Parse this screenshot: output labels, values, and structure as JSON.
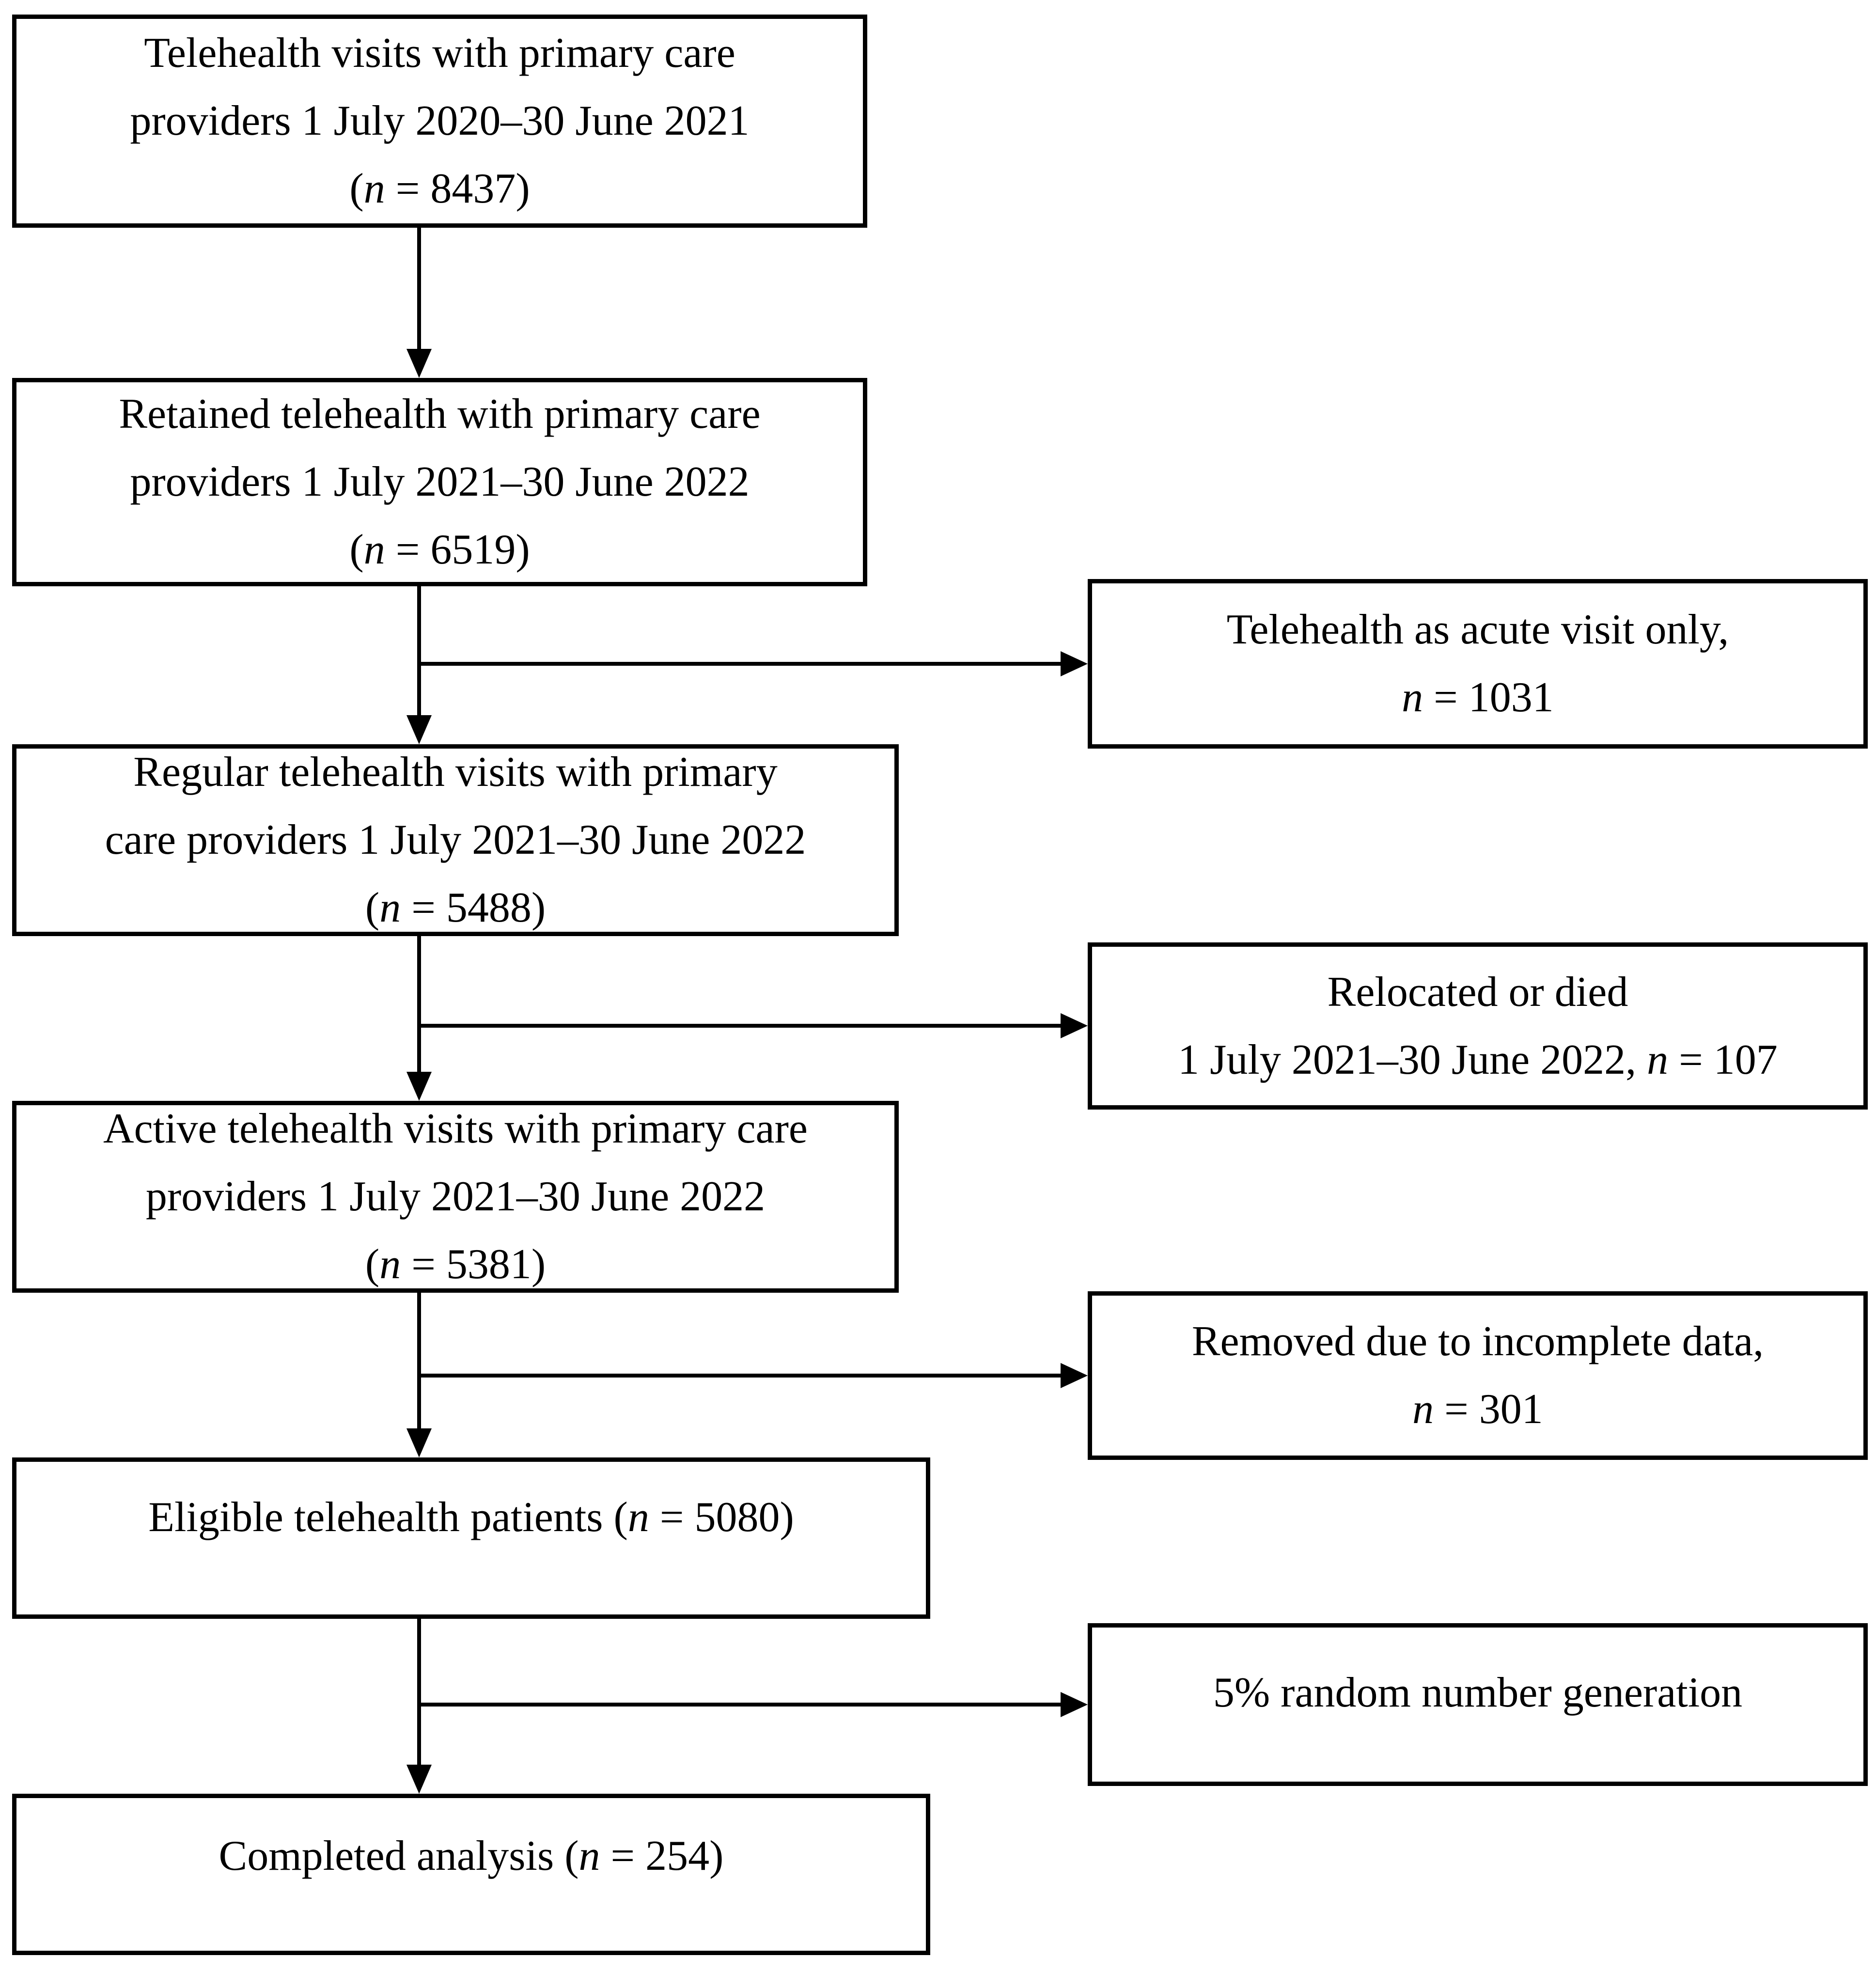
{
  "figure_type": "patient-flow-diagram",
  "boxes": {
    "b1": {
      "line1": "Telehealth visits with primary care",
      "line2": "providers 1 July 2020–30 June 2021",
      "n_open": "(",
      "n": "n",
      "n_rest": " = 8437)"
    },
    "b2": {
      "line1": "Retained telehealth with primary care",
      "line2": "providers 1 July 2021–30 June 2022",
      "n_open": "(",
      "n": "n",
      "n_rest": " = 6519)"
    },
    "b3": {
      "line1": "Regular telehealth visits with primary",
      "line2": "care providers 1 July 2021–30 June 2022",
      "n_open": "(",
      "n": "n",
      "n_rest": " = 5488)"
    },
    "b4": {
      "line1": "Active telehealth visits with primary care",
      "line2": "providers 1 July 2021–30 June 2022",
      "n_open": "(",
      "n": "n",
      "n_rest": " = 5381)"
    },
    "b5": {
      "pre": "Eligible telehealth patients (",
      "n": "n",
      "post": " = 5080)"
    },
    "b6": {
      "pre": "Completed analysis (",
      "n": "n",
      "post": " = 254)"
    },
    "r1": {
      "line1": "Telehealth as acute visit only,",
      "n": "n",
      "post": " = 1031"
    },
    "r2": {
      "line1": "Relocated or died",
      "pre": "1 July 2021–30 June 2022, ",
      "n": "n",
      "post": " = 107"
    },
    "r3": {
      "line1": "Removed due to incomplete data,",
      "n": "n",
      "post": " = 301"
    },
    "r4": {
      "line1": "5% random number generation"
    }
  },
  "colors": {
    "line": "#000000",
    "background": "#ffffff",
    "text": "#000000"
  }
}
